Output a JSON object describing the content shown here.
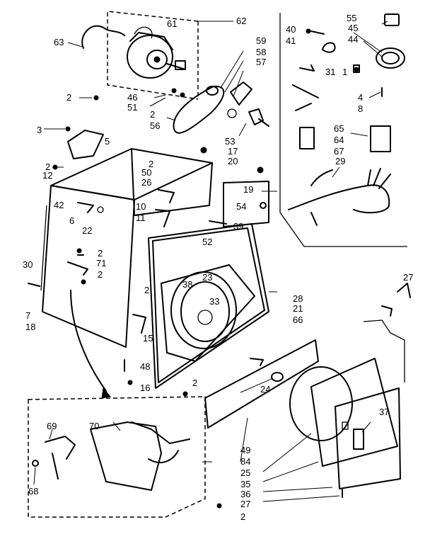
{
  "diagram": {
    "type": "exploded-parts-diagram",
    "callouts": [
      "1",
      "2",
      "3",
      "4",
      "5",
      "6",
      "7",
      "8",
      "10",
      "11",
      "12",
      "15",
      "16",
      "17",
      "18",
      "19",
      "20",
      "21",
      "22",
      "23",
      "24",
      "25",
      "26",
      "27",
      "28",
      "29",
      "30",
      "31",
      "33",
      "35",
      "36",
      "37",
      "38",
      "39",
      "40",
      "41",
      "42",
      "44",
      "45",
      "46",
      "48",
      "49",
      "50",
      "51",
      "52",
      "53",
      "54",
      "55",
      "56",
      "57",
      "58",
      "59",
      "61",
      "62",
      "63",
      "64",
      "65",
      "66",
      "67",
      "68",
      "69",
      "70",
      "71",
      "84"
    ]
  }
}
